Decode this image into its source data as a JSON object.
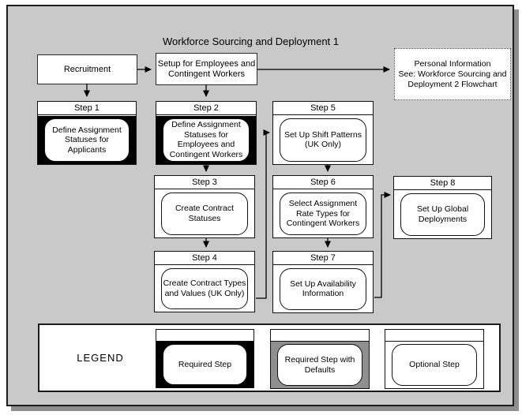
{
  "title": "Workforce Sourcing and Deployment 1",
  "colors": {
    "background": "#c9c9c9",
    "required_fill": "#000000",
    "defaults_fill": "#8f8f8f",
    "shadow": "#8f8f8f"
  },
  "top_row": {
    "recruitment": "Recruitment",
    "setup_lines": [
      "Setup for Employees and",
      "Contingent Workers"
    ],
    "personal_info_lines": [
      "Personal Information",
      "See: Workforce Sourcing and",
      "Deployment 2 Flowchart"
    ]
  },
  "steps": [
    {
      "header": "Step 1",
      "label": "Define Assignment Statuses for Applicants",
      "style": "required"
    },
    {
      "header": "Step 2",
      "label": "Define Assignment Statuses for Employees and Contingent Workers",
      "style": "required"
    },
    {
      "header": "Step 3",
      "label": "Create Contract Statuses",
      "style": "optional"
    },
    {
      "header": "Step 4",
      "label": "Create Contract Types and Values (UK Only)",
      "style": "optional"
    },
    {
      "header": "Step 5",
      "label": "Set Up Shift Patterns (UK Only)",
      "style": "optional"
    },
    {
      "header": "Step 6",
      "label": "Select Assignment Rate Types for Contingent Workers",
      "style": "optional"
    },
    {
      "header": "Step 7",
      "label": "Set Up Availability Information",
      "style": "optional"
    },
    {
      "header": "Step 8",
      "label": "Set Up Global Deployments",
      "style": "optional"
    }
  ],
  "legend": {
    "title": "LEGEND",
    "items": [
      {
        "label": "Required Step",
        "style": "required"
      },
      {
        "label": "Required Step with Defaults",
        "style": "defaults"
      },
      {
        "label": "Optional Step",
        "style": "optional"
      }
    ]
  }
}
